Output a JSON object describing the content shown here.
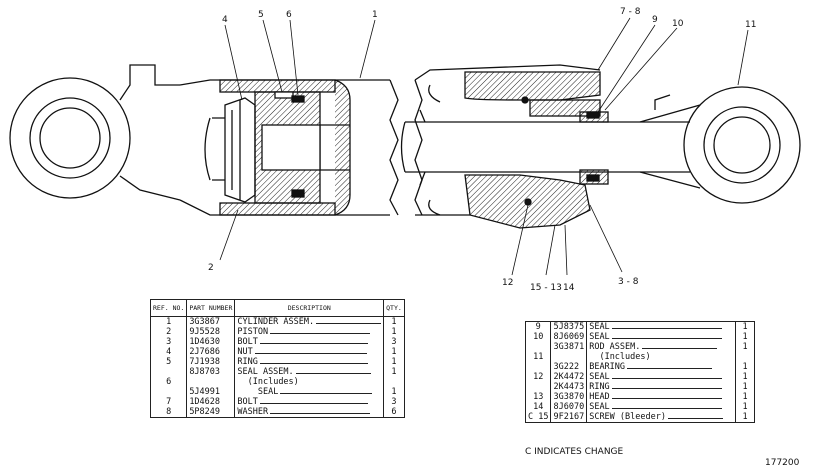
{
  "callouts": {
    "c1": "1",
    "c2": "2",
    "c4": "4",
    "c5": "5",
    "c6": "6",
    "c7_8": "7 - 8",
    "c9": "9",
    "c10": "10",
    "c11": "11",
    "c12": "12",
    "c15_13": "15 - 13",
    "c14": "14",
    "c3_8": "3 - 8"
  },
  "left_table": {
    "headers": {
      "ref": "REF. NO.",
      "part": "PART NUMBER",
      "desc": "DESCRIPTION",
      "qty": "QTY."
    },
    "rows": [
      {
        "ref": "1",
        "part": "3G3867",
        "desc": "CYLINDER ASSEM.",
        "qty": "1"
      },
      {
        "ref": "2",
        "part": "9J5528",
        "desc": "PISTON",
        "qty": "1"
      },
      {
        "ref": "3",
        "part": "1D4630",
        "desc": "BOLT",
        "qty": "3"
      },
      {
        "ref": "4",
        "part": "2J7686",
        "desc": "NUT",
        "qty": "1"
      },
      {
        "ref": "5",
        "part": "7J1938",
        "desc": "RING",
        "qty": "1"
      },
      {
        "ref": "",
        "part": "8J8703",
        "desc": "SEAL ASSEM.",
        "qty": "1"
      },
      {
        "ref": "6",
        "part": "",
        "desc": "(Includes)",
        "qty": ""
      },
      {
        "ref": "",
        "part": "5J4991",
        "desc": "SEAL",
        "qty": "1"
      },
      {
        "ref": "7",
        "part": "1D4628",
        "desc": "BOLT",
        "qty": "3"
      },
      {
        "ref": "8",
        "part": "5P8249",
        "desc": "WASHER",
        "qty": "6"
      }
    ]
  },
  "right_table": {
    "rows": [
      {
        "ref": "9",
        "part": "5J8375",
        "desc": "SEAL",
        "qty": "1"
      },
      {
        "ref": "10",
        "part": "8J6069",
        "desc": "SEAL",
        "qty": "1"
      },
      {
        "ref": "",
        "part": "3G3871",
        "desc": "ROD ASSEM.",
        "qty": "1"
      },
      {
        "ref": "11",
        "part": "",
        "desc": "(Includes)",
        "qty": ""
      },
      {
        "ref": "",
        "part": "3G222",
        "desc": "BEARING",
        "qty": "1"
      },
      {
        "ref": "12",
        "part": "2K4472",
        "desc": "SEAL",
        "qty": "1"
      },
      {
        "ref": "",
        "part": "2K4473",
        "desc": "RING",
        "qty": "1"
      },
      {
        "ref": "13",
        "part": "3G3870",
        "desc": "HEAD",
        "qty": "1"
      },
      {
        "ref": "14",
        "part": "8J6070",
        "desc": "SEAL",
        "qty": "1"
      },
      {
        "ref": "C 15",
        "part": "9F2167",
        "desc": "SCREW (Bleeder)",
        "qty": "1"
      }
    ]
  },
  "change_note": "C INDICATES CHANGE",
  "figure_number": "177200"
}
